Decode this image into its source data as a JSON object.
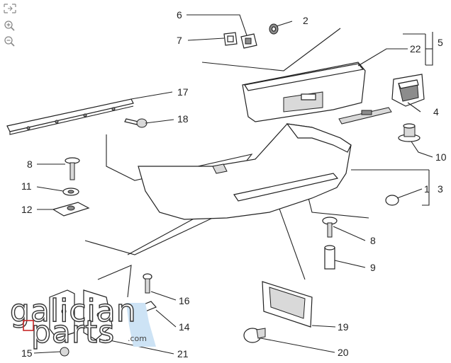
{
  "toolbar": {
    "items": [
      {
        "name": "fullscreen-icon"
      },
      {
        "name": "zoom-in-icon"
      },
      {
        "name": "zoom-out-icon"
      }
    ]
  },
  "diagram": {
    "callouts": [
      {
        "id": "6",
        "label": "6"
      },
      {
        "id": "2",
        "label": "2"
      },
      {
        "id": "7",
        "label": "7"
      },
      {
        "id": "22",
        "label": "22"
      },
      {
        "id": "5",
        "label": "5"
      },
      {
        "id": "17",
        "label": "17"
      },
      {
        "id": "4",
        "label": "4"
      },
      {
        "id": "18",
        "label": "18"
      },
      {
        "id": "10",
        "label": "10"
      },
      {
        "id": "8a",
        "label": "8"
      },
      {
        "id": "11",
        "label": "11"
      },
      {
        "id": "1",
        "label": "1"
      },
      {
        "id": "3",
        "label": "3"
      },
      {
        "id": "12",
        "label": "12"
      },
      {
        "id": "8b",
        "label": "8"
      },
      {
        "id": "9",
        "label": "9"
      },
      {
        "id": "16",
        "label": "16"
      },
      {
        "id": "14",
        "label": "14"
      },
      {
        "id": "19",
        "label": "19"
      },
      {
        "id": "15",
        "label": "15"
      },
      {
        "id": "21",
        "label": "21"
      },
      {
        "id": "20",
        "label": "20"
      }
    ]
  },
  "watermark": {
    "line1": "galician",
    "line2": "parts",
    "suffix": ".com",
    "accent_color": "#c62828",
    "tint_color": "#cde3f5"
  }
}
